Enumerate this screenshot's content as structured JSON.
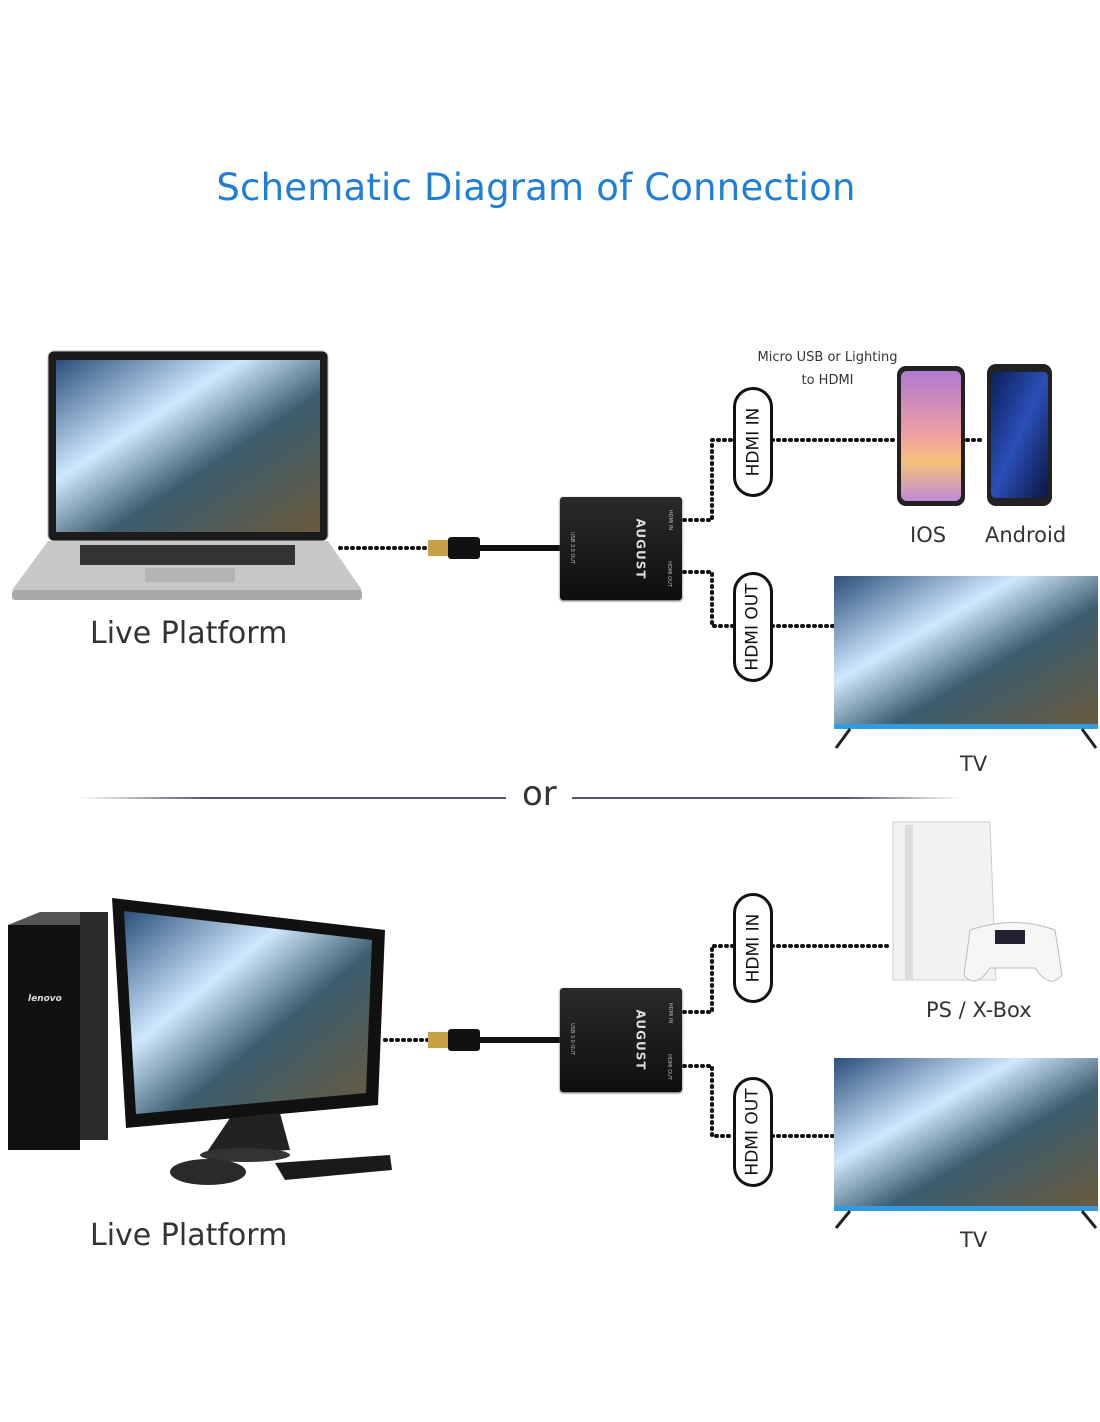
{
  "title": "Schematic Diagram of Connection",
  "separator": "or",
  "top_setup": {
    "source_label": "Live Platform",
    "adapter": {
      "brand": "AUGUST",
      "port_usb": "USB 3.0 OUT",
      "port_in": "HDMI IN",
      "port_out": "HDMI OUT"
    },
    "hdmi_in_label": "HDMI IN",
    "hdmi_out_label": "HDMI OUT",
    "note_line1": "Micro USB or Lighting",
    "note_line2": "to HDMI",
    "phone_labels": [
      "IOS",
      "Android"
    ],
    "tv_label": "TV"
  },
  "bottom_setup": {
    "source_label": "Live Platform",
    "pc_brand": "lenovo",
    "adapter": {
      "brand": "AUGUST",
      "port_usb": "USB 3.0 OUT",
      "port_in": "HDMI IN",
      "port_out": "HDMI OUT"
    },
    "hdmi_in_label": "HDMI IN",
    "hdmi_out_label": "HDMI OUT",
    "console_label": "PS / X-Box",
    "tv_label": "TV"
  },
  "colors": {
    "title": "#1f7fd8",
    "tv_accent": "#2e9be6"
  }
}
